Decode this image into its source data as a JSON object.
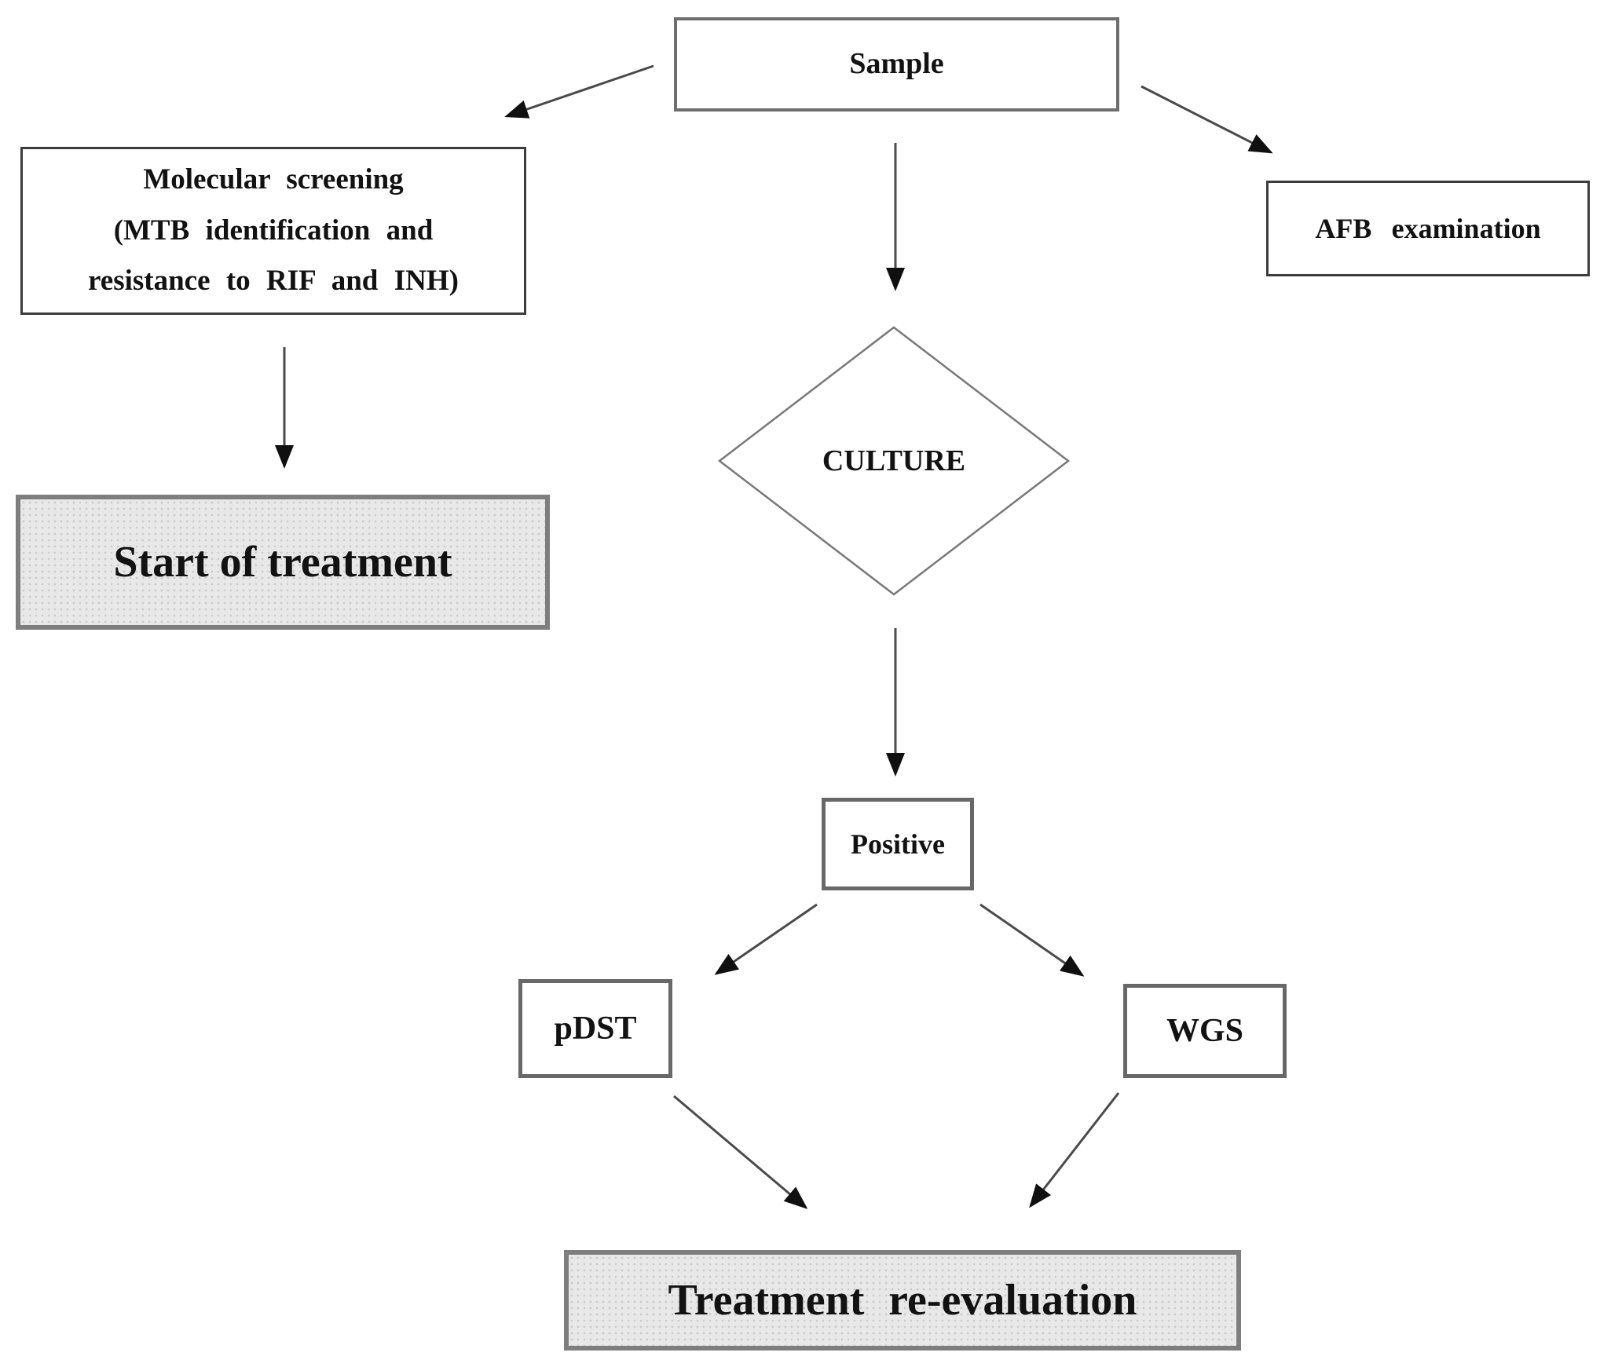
{
  "diagram": {
    "nodes": {
      "sample": {
        "label": "Sample",
        "shape": "rectangle"
      },
      "molecular_screening": {
        "lines": [
          "Molecular screening",
          "(MTB identification and",
          "resistance to RIF and INH)"
        ],
        "shape": "rectangle"
      },
      "afb_examination": {
        "label": "AFB examination",
        "shape": "rectangle"
      },
      "culture": {
        "label": "CULTURE",
        "shape": "diamond"
      },
      "start_of_treatment": {
        "label": "Start of treatment",
        "shape": "shaded-rectangle"
      },
      "positive": {
        "label": "Positive",
        "shape": "rectangle"
      },
      "pdst": {
        "label": "pDST",
        "shape": "rectangle"
      },
      "wgs": {
        "label": "WGS",
        "shape": "rectangle"
      },
      "treatment_reevaluation": {
        "label": "Treatment re-evaluation",
        "shape": "shaded-rectangle"
      }
    },
    "edges": [
      {
        "from": "sample",
        "to": "molecular_screening"
      },
      {
        "from": "sample",
        "to": "culture"
      },
      {
        "from": "sample",
        "to": "afb_examination"
      },
      {
        "from": "molecular_screening",
        "to": "start_of_treatment"
      },
      {
        "from": "culture",
        "to": "positive"
      },
      {
        "from": "positive",
        "to": "pdst"
      },
      {
        "from": "positive",
        "to": "wgs"
      },
      {
        "from": "pdst",
        "to": "treatment_reevaluation"
      },
      {
        "from": "wgs",
        "to": "treatment_reevaluation"
      }
    ],
    "colors": {
      "background": "#ffffff",
      "text": "#121212",
      "thin_box_border": "#3c3c3c",
      "mid_box_border": "#6e6e6e",
      "gray_box_border": "#686868",
      "shaded_fill": "#e8e8e8",
      "shaded_border": "#7e7e7e",
      "arrow_shaft": "#4a4a4a",
      "arrow_head": "#101010",
      "diamond_outline": "#787878"
    }
  }
}
